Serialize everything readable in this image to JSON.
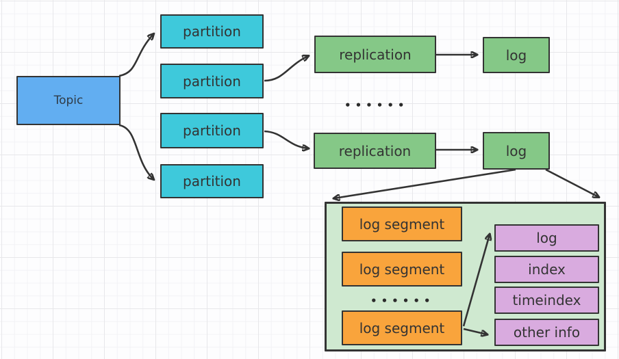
{
  "diagram": {
    "topic": {
      "label": "Topic"
    },
    "partitions": [
      {
        "label": "partition"
      },
      {
        "label": "partition"
      },
      {
        "label": "partition"
      },
      {
        "label": "partition"
      }
    ],
    "replications": [
      {
        "label": "replication"
      },
      {
        "label": "replication"
      }
    ],
    "logs": [
      {
        "label": "log"
      },
      {
        "label": "log"
      }
    ],
    "ellipsis_between_replications": "••••••",
    "log_detail": {
      "segments": [
        {
          "label": "log segment"
        },
        {
          "label": "log segment"
        },
        {
          "label": "log segment"
        }
      ],
      "ellipsis": "••••••",
      "files": [
        {
          "label": "log"
        },
        {
          "label": "index"
        },
        {
          "label": "timeindex"
        },
        {
          "label": "other info"
        }
      ]
    },
    "colors": {
      "topic_fill": "#62aef1",
      "partition_fill": "#3ec9db",
      "replication_fill": "#85c887",
      "log_fill": "#85c887",
      "detail_container_fill": "#cfe9d0",
      "log_segment_fill": "#f9a43c",
      "file_fill": "#d9abdf",
      "border": "#333333",
      "arrow": "#333333"
    }
  }
}
